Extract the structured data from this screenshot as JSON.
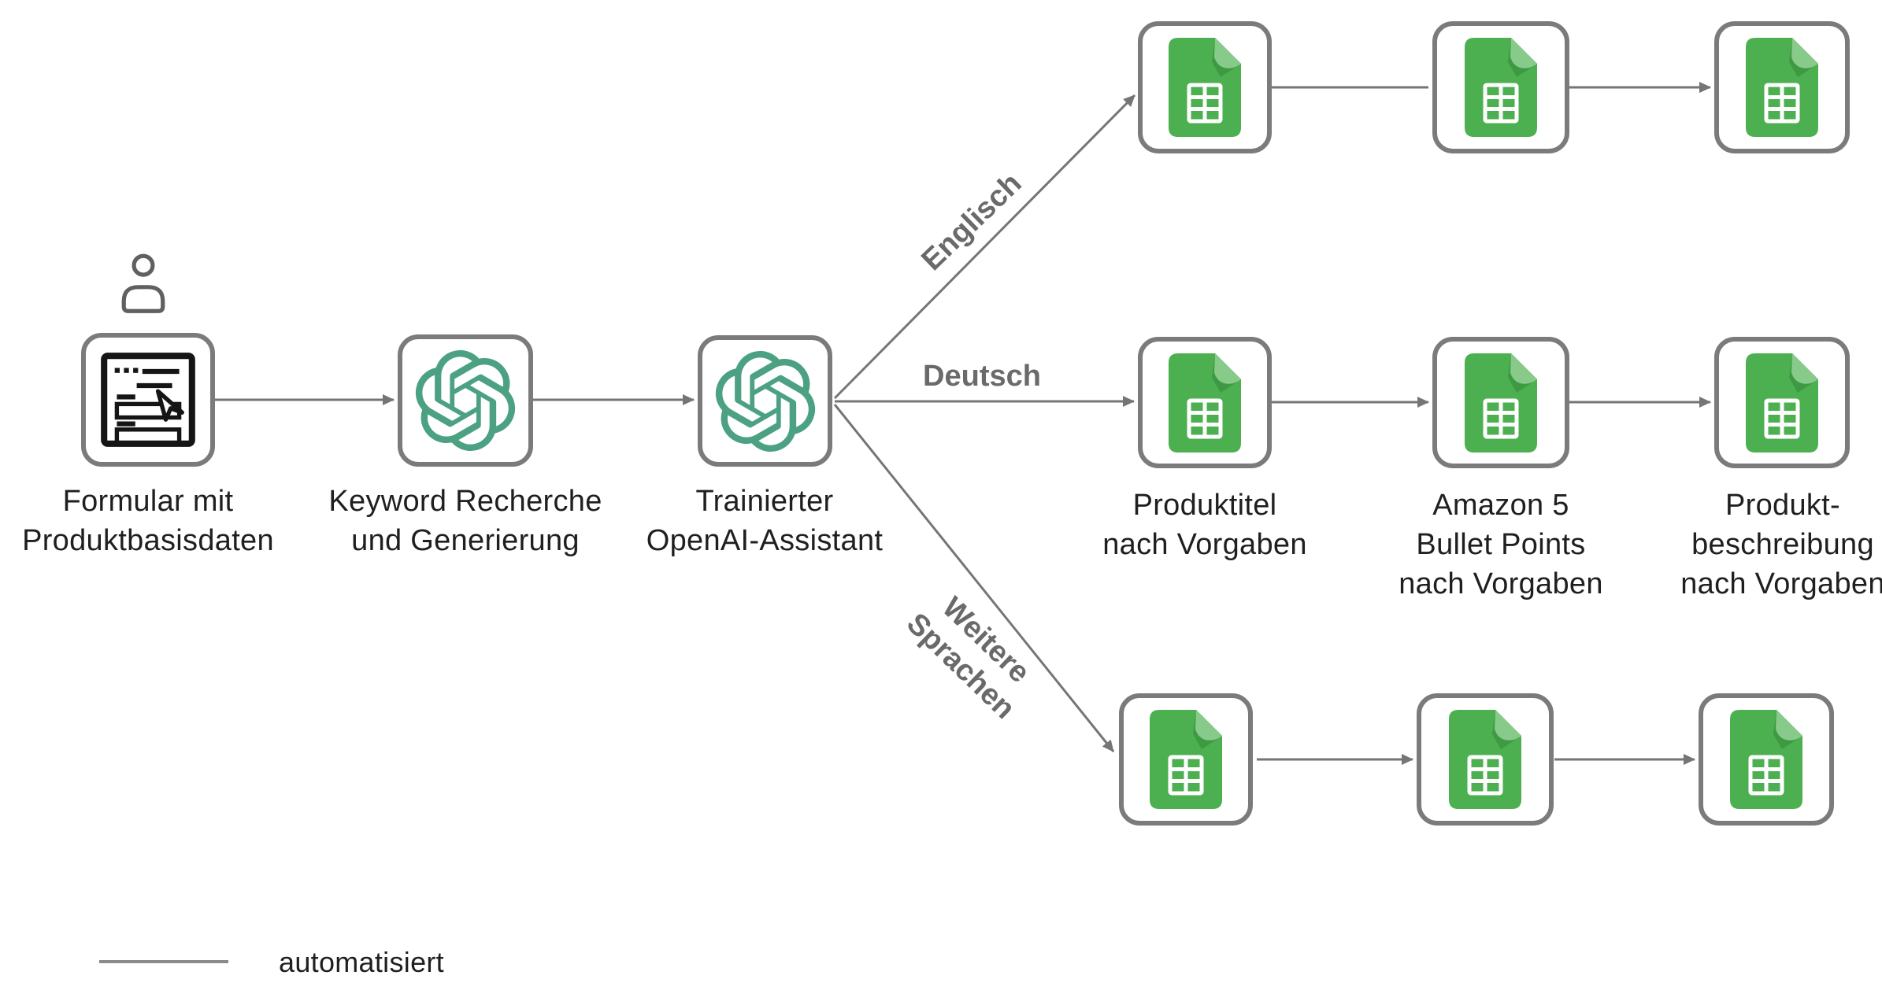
{
  "diagram": {
    "nodes": {
      "form": {
        "label": "Formular mit\nProduktbasisdaten"
      },
      "keyword": {
        "label": "Keyword Recherche\nund Generierung"
      },
      "assistant": {
        "label": "Trainierter\nOpenAI-Assistant"
      }
    },
    "outputs": {
      "produkttitel": {
        "label": "Produktitel\nnach Vorgaben"
      },
      "bullet_points": {
        "label": "Amazon 5\nBullet Points\nnach Vorgaben"
      },
      "beschreibung": {
        "label": "Produkt-\nbeschreibung\nnach Vorgaben"
      }
    },
    "branches": {
      "englisch": {
        "label": "Englisch"
      },
      "deutsch": {
        "label": "Deutsch"
      },
      "weitere": {
        "label": "Weitere\nSprachen"
      }
    },
    "legend": {
      "automatisiert": "automatisiert"
    },
    "icons": {
      "person": "person-icon",
      "form": "form-with-cursor-icon",
      "openai": "openai-logo-icon",
      "sheets": "google-sheets-icon"
    },
    "colors": {
      "openai_green": "#4CA183",
      "sheets_green": "#4CAF50",
      "sheets_fold_light": "#87CA89",
      "sheets_fold_dark": "#3E9943",
      "node_border_gray": "#7B7B7B",
      "arrow_gray": "#757575",
      "branch_text_gray": "#6A6A6A",
      "label_text": "#1F1F1F"
    }
  }
}
